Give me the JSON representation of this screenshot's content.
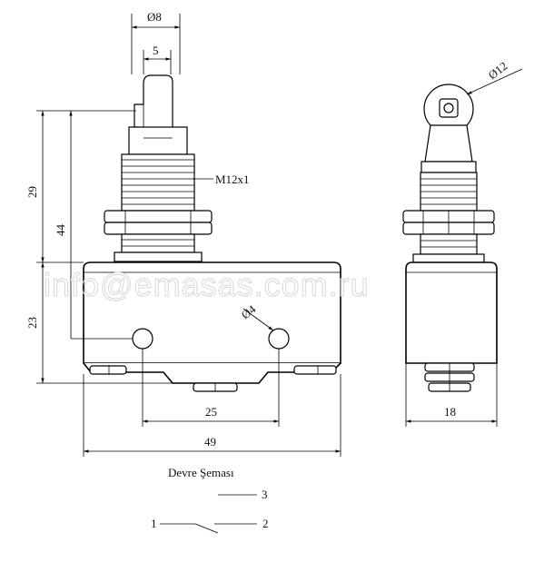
{
  "dimensions": {
    "diam_plunger": "Ø8",
    "plunger_width": "5",
    "thread": "M12x1",
    "roller_diam": "Ø12",
    "height_upper": "29",
    "height_total": "44",
    "height_body": "23",
    "hole_diam": "Ø4",
    "hole_spacing": "25",
    "body_width": "49",
    "side_width": "18"
  },
  "circuit": {
    "title": "Devre Şeması",
    "terminal_1": "1",
    "terminal_2": "2",
    "terminal_3": "3"
  },
  "watermark": "info@emasas.com.ru"
}
